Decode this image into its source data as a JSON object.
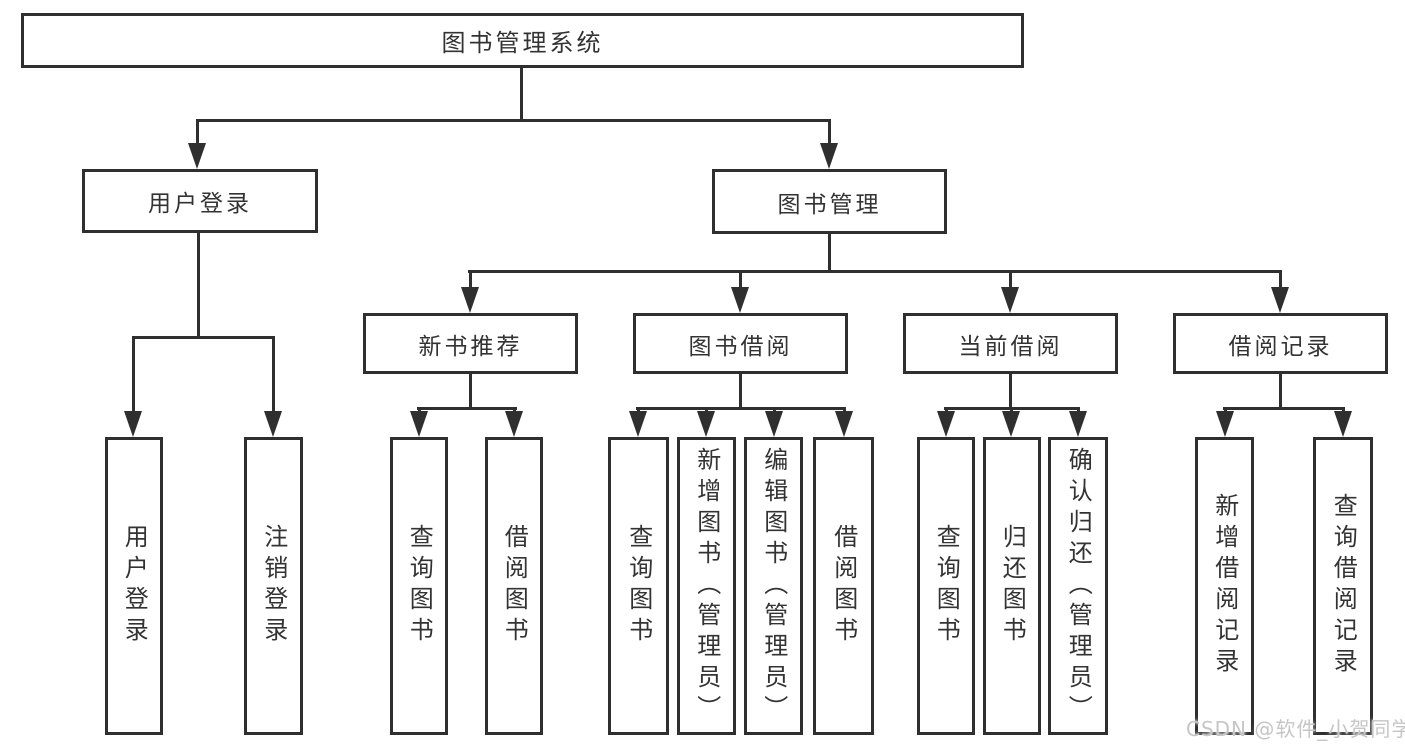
{
  "colors": {
    "line": "#2f2f2f",
    "text": "#333333",
    "box_bg": "#ffffff",
    "watermark": "#c6c6c6"
  },
  "nodes": {
    "root": {
      "label": "图书管理系统"
    },
    "level2": [
      {
        "label": "用户登录"
      },
      {
        "label": "图书管理"
      }
    ],
    "level3": [
      {
        "label": "新书推荐",
        "parent": "图书管理"
      },
      {
        "label": "图书借阅",
        "parent": "图书管理"
      },
      {
        "label": "当前借阅",
        "parent": "图书管理"
      },
      {
        "label": "借阅记录",
        "parent": "图书管理"
      }
    ],
    "leaves": [
      {
        "label": "用户登录",
        "parent": "用户登录"
      },
      {
        "label": "注销登录",
        "parent": "用户登录"
      },
      {
        "label": "查询图书",
        "parent": "新书推荐"
      },
      {
        "label": "借阅图书",
        "parent": "新书推荐"
      },
      {
        "label": "查询图书",
        "parent": "图书借阅"
      },
      {
        "label": "新增图书（管理员）",
        "parent": "图书借阅"
      },
      {
        "label": "编辑图书（管理员）",
        "parent": "图书借阅"
      },
      {
        "label": "借阅图书",
        "parent": "图书借阅"
      },
      {
        "label": "查询图书",
        "parent": "当前借阅"
      },
      {
        "label": "归还图书",
        "parent": "当前借阅"
      },
      {
        "label": "确认归还（管理员）",
        "parent": "当前借阅"
      },
      {
        "label": "新增借阅记录",
        "parent": "借阅记录"
      },
      {
        "label": "查询借阅记录",
        "parent": "借阅记录"
      }
    ]
  },
  "watermark": {
    "text": "CSDN @软件_小贺同学"
  }
}
